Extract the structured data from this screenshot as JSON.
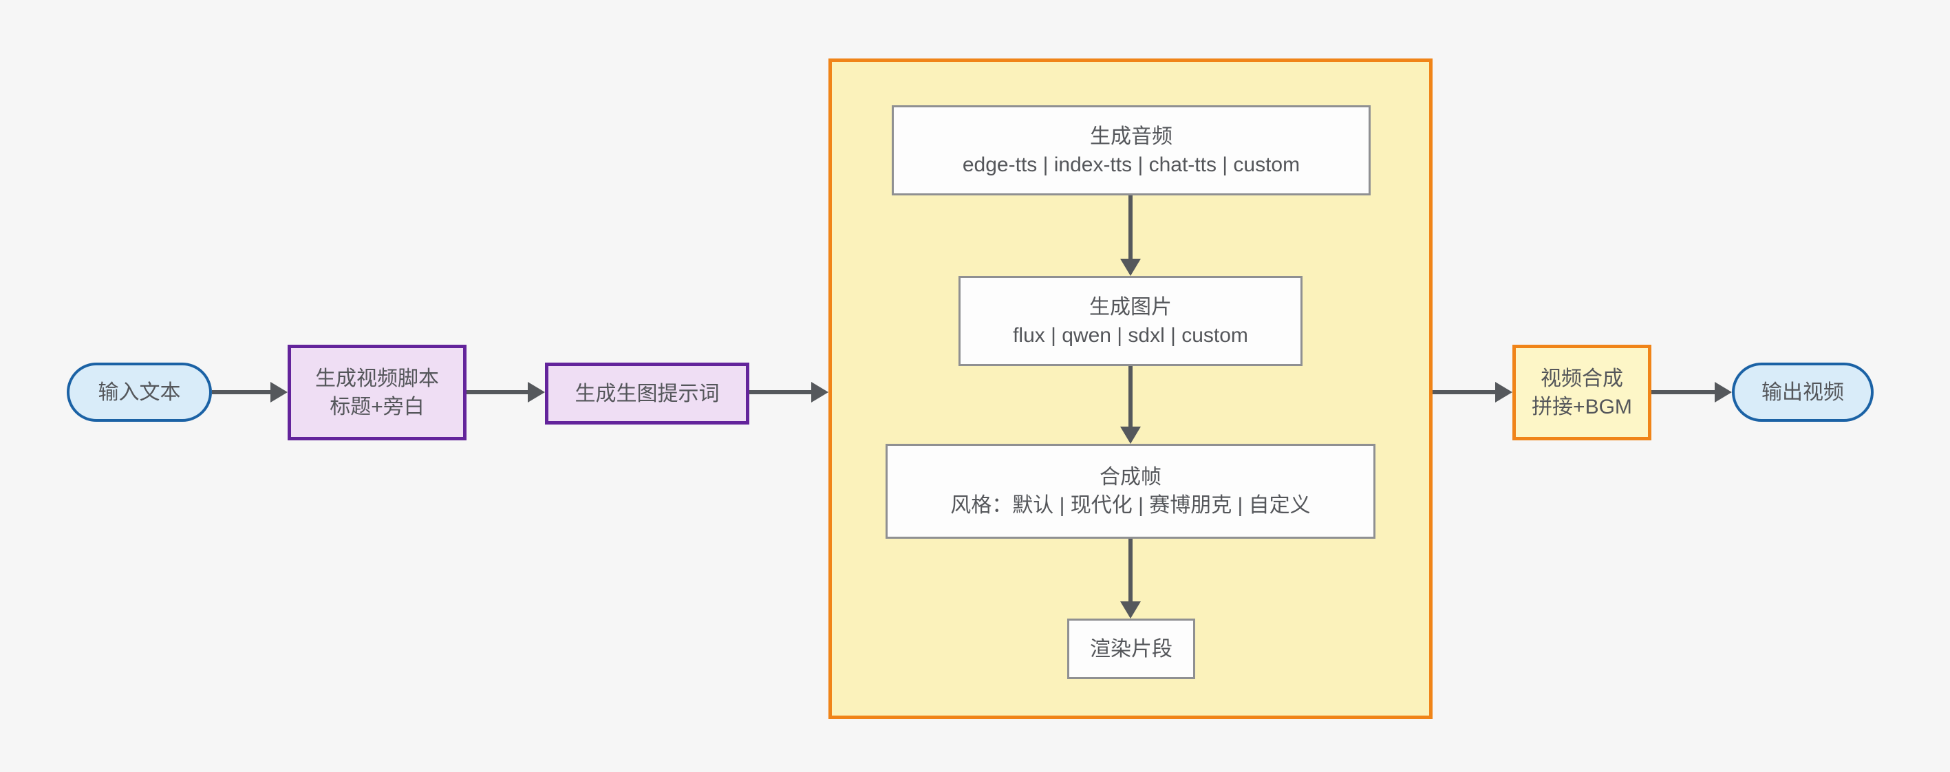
{
  "diagram": {
    "type": "flowchart-left-to-right",
    "nodes": {
      "input": {
        "label": "输入文本",
        "shape": "stadium"
      },
      "script": {
        "lines": [
          "生成视频脚本",
          "标题+旁白"
        ],
        "shape": "rect"
      },
      "prompt": {
        "label": "生成生图提示词",
        "shape": "rect"
      },
      "audio": {
        "lines": [
          "生成音频",
          "edge-tts | index-tts | chat-tts | custom"
        ],
        "shape": "rect"
      },
      "image": {
        "lines": [
          "生成图片",
          "flux | qwen | sdxl | custom"
        ],
        "shape": "rect"
      },
      "frame": {
        "lines": [
          "合成帧",
          "风格：默认 | 现代化 | 赛博朋克 | 自定义"
        ],
        "shape": "rect"
      },
      "render": {
        "label": "渲染片段",
        "shape": "rect"
      },
      "merge": {
        "lines": [
          "视频合成",
          "拼接+BGM"
        ],
        "shape": "rect"
      },
      "output": {
        "label": "输出视频",
        "shape": "stadium"
      }
    },
    "edges": [
      {
        "from": "input",
        "to": "script"
      },
      {
        "from": "script",
        "to": "prompt"
      },
      {
        "from": "prompt",
        "to": "subgraph"
      },
      {
        "from": "audio",
        "to": "image"
      },
      {
        "from": "image",
        "to": "frame"
      },
      {
        "from": "frame",
        "to": "render"
      },
      {
        "from": "subgraph",
        "to": "merge"
      },
      {
        "from": "merge",
        "to": "output"
      }
    ],
    "colors": {
      "background": "#f6f6f6",
      "stadium_fill": "#d9ecf9",
      "stadium_border": "#1b62a5",
      "purple_fill": "#efdef4",
      "purple_border": "#63249b",
      "subgraph_fill": "#fbf2bb",
      "subgraph_border": "#f08418",
      "merge_fill": "#fdf6c7",
      "white_fill": "#fdfdfd",
      "white_border": "#8f9092",
      "arrow": "#55585c",
      "text": "#54565a"
    }
  }
}
